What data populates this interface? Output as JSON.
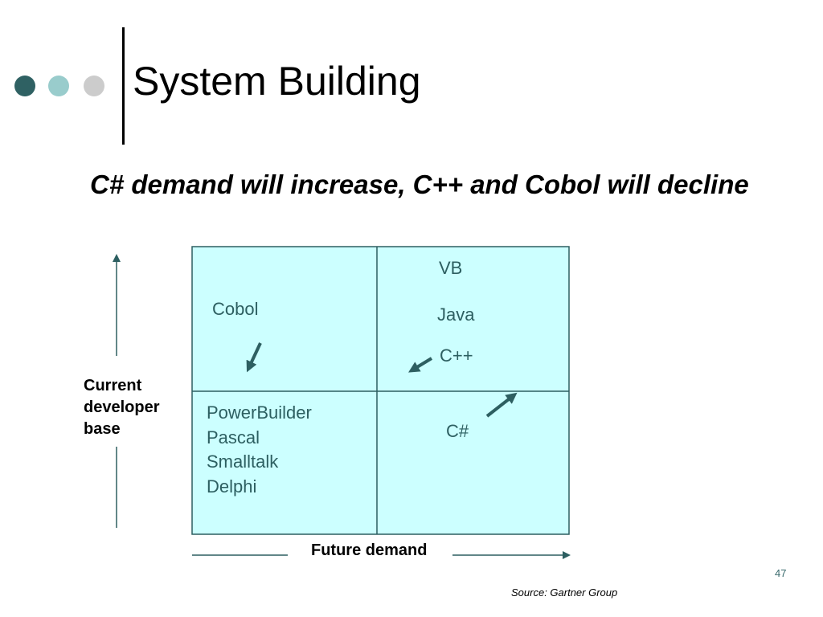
{
  "slide": {
    "title": "System Building",
    "subtitle": "C# demand will increase, C++ and Cobol will decline",
    "page_number": "47",
    "source": "Source:  Gartner Group",
    "colors": {
      "dot_dark": "#2f6163",
      "dot_mid": "#99cccc",
      "dot_light": "#cccccc",
      "quadrant_fill": "#ccffff",
      "line_teal": "#2d5f61"
    }
  },
  "matrix": {
    "y_axis_label": [
      "Current",
      "developer",
      "base"
    ],
    "x_axis_label": "Future demand",
    "top_left": {
      "languages": [
        "Cobol"
      ]
    },
    "top_right": {
      "languages": [
        "VB",
        "Java",
        "C++"
      ]
    },
    "bottom_left": {
      "languages": [
        "PowerBuilder",
        "Pascal",
        "Smalltalk",
        "Delphi"
      ]
    },
    "bottom_right": {
      "languages": [
        "C#"
      ]
    },
    "trend_arrows": [
      {
        "language": "Cobol",
        "direction": "down"
      },
      {
        "language": "C++",
        "direction": "down"
      },
      {
        "language": "C#",
        "direction": "up"
      }
    ]
  }
}
